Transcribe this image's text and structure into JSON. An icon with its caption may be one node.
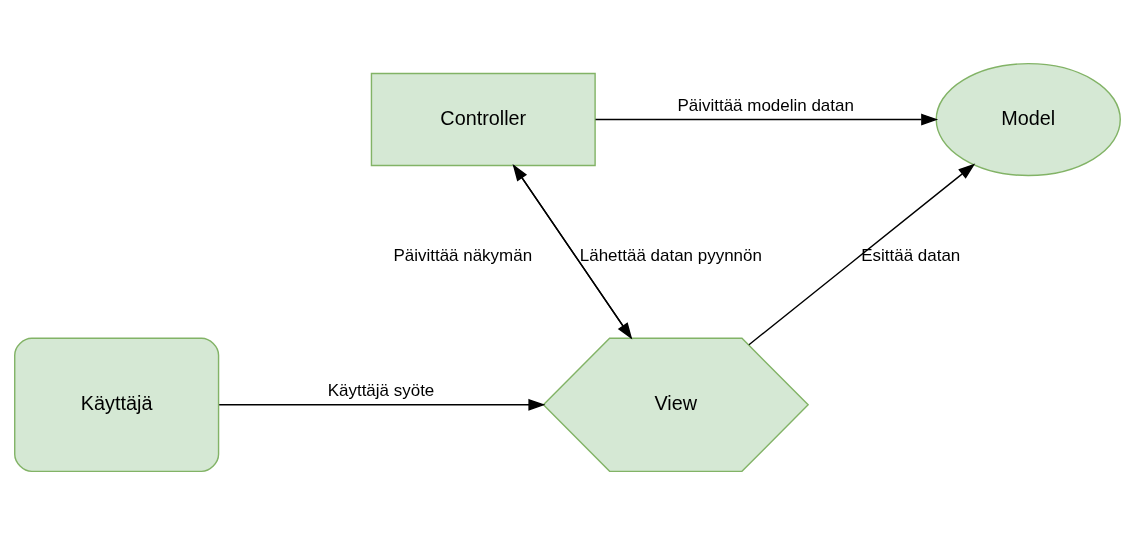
{
  "diagram": {
    "nodes": [
      {
        "text": [
          "Model"
        ]
      },
      {
        "text": [
          "Controller"
        ]
      },
      {
        "text": [
          "View"
        ]
      },
      {
        "text": [
          "Käyttäjä"
        ]
      }
    ],
    "edges": [
      {
        "from": 1,
        "to": 0,
        "arrow": "to",
        "label": "Päivittää modelin datan"
      },
      {
        "from": 2,
        "to": 0,
        "arrow": "to",
        "label": "Esittää datan"
      },
      {
        "from": 2,
        "to": 1,
        "arrow": "to",
        "label": "Lähettää datan pyynnön"
      },
      {
        "from": 1,
        "to": 2,
        "arrow": "to",
        "label": "Päivittää näkymän"
      },
      {
        "from": 3,
        "to": 2,
        "arrow": "to",
        "label": "Käyttäjä syöte"
      }
    ]
  }
}
